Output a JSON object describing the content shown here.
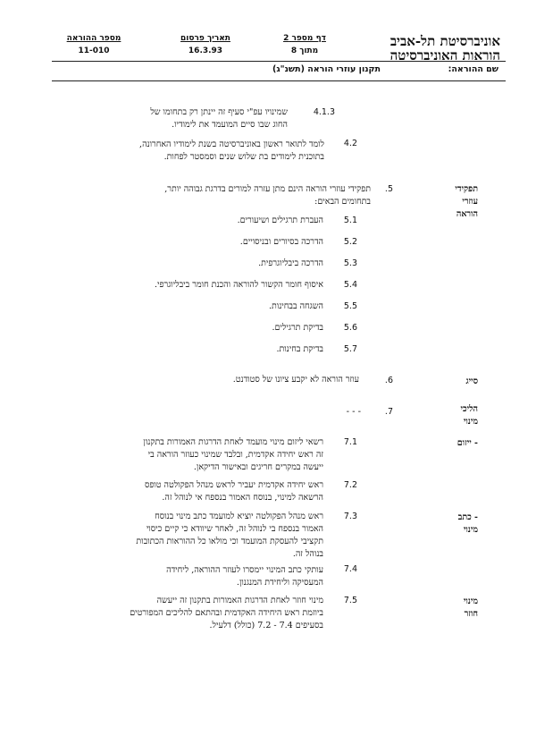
{
  "header": {
    "university_line1": "אוניברסיטת תל-אביב",
    "university_line2": "הוראות האוניברסיטה",
    "page_label": "דף מספר",
    "page_num": "2",
    "of_label": "מתוך",
    "of_num": "8",
    "date_label": "תאריך פרסום",
    "date_value": "16.3.93",
    "order_label": "מספר ההוראה",
    "order_value": "11-010",
    "name_label": "שם ההוראה:",
    "name_value": "תקנון עוזרי הוראה (תשנ\"ג)"
  },
  "items_top": [
    {
      "num": "4.1.3",
      "lines": [
        "שמינויו עפ\"י סעיף זה יינתן רק בתחומו של",
        "החוג שבו סיים המועמד את לימודיו."
      ]
    },
    {
      "num": "4.2",
      "lines": [
        "לומד לתואר ראשון באוניברסיטה בשנת לימודיו האחרונה,",
        "בתוכנית לימודים בת שלוש שנים וסמסטר לפחות."
      ]
    }
  ],
  "section5": {
    "label_lines": [
      "תפקידי",
      "עוזרי",
      "הוראה"
    ],
    "num": ".5",
    "lines": [
      "תפקידי עוזרי הוראה הינם מתן עזרה למורים בדרגת גבוהה יותר,",
      "בתחומים הבאים:"
    ],
    "sub": [
      {
        "num": "5.1",
        "text": "העברת תרגילים ושיעורים."
      },
      {
        "num": "5.2",
        "text": "הדרכה בסיורים ובניסויים."
      },
      {
        "num": "5.3",
        "text": "הדרכה ביבליוגרפית."
      },
      {
        "num": "5.4",
        "text": "איסוף חומר הקשור להוראה והכנת חומר ביבליוגרפי."
      },
      {
        "num": "5.5",
        "text": "השגחה בבחינות."
      },
      {
        "num": "5.6",
        "text": "בדיקת תרגילים."
      },
      {
        "num": "5.7",
        "text": "בדיקת בחינות."
      }
    ]
  },
  "section6": {
    "label": "סייג",
    "num": ".6",
    "text": "עוזר הוראה לא יקבע ציונו של סטודנט."
  },
  "section7": {
    "label_lines": [
      "הליכי",
      "מינוי"
    ],
    "num": ".7",
    "dash": "- - -",
    "sub_label_71": "- ייזום",
    "sub_label_73_lines": [
      "- כתב",
      "מינוי"
    ],
    "sub_label_75_lines": [
      "מינוי",
      "חוזר"
    ],
    "items": [
      {
        "num": "7.1",
        "lines": [
          "רשאי ליזום מינוי מועמד לאחת הדרגות האמורות בתקנון",
          "זה ראש יחידה אקדמית, ובלבד שמינוי כעוזר הוראה בי",
          "ייעשה במקרים חריגים ובאישור הדיקאן."
        ]
      },
      {
        "num": "7.2",
        "lines": [
          "ראש יחידה אקדמית יעביר לראש מנהל הפקולטה טופס",
          "הרשאה למינוי, בנוסח האמור בנספח אי לנוהל זה."
        ]
      },
      {
        "num": "7.3",
        "lines": [
          "ראש מנהל הפקולטה יוציא למועמד כתב מינוי בנוסח",
          "האמור בנספח בי לנוהל זה, לאחר שיוודא כי קיים כיסוי",
          "תקציבי להעסקת המועמד וכי מולאו כל ההוראות הכתובות",
          "בנוהל זה."
        ]
      },
      {
        "num": "7.4",
        "lines": [
          "עותקי כתב המינוי יימסרו לעוזר ההוראה, ליחידה",
          "המעסיקה וליחידת המנגנון."
        ]
      },
      {
        "num": "7.5",
        "lines": [
          "מינוי חוזר לאחת הדרגות האמורות בתקנון זה ייעשה",
          "ביוזמת ראש היחידה האקדמית ובהתאם להליכים המפורטים",
          "בסעיפים 7.4 - 7.2 (כולל) דלעיל."
        ]
      }
    ]
  }
}
